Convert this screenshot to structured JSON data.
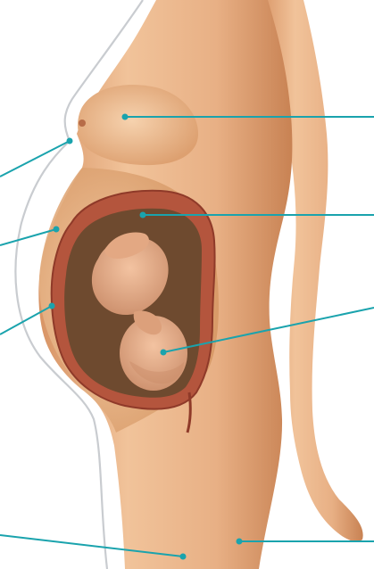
{
  "figure": {
    "subject": "pregnant-body-side-view-anatomy",
    "labels": [],
    "colors": {
      "background": "#ffffff",
      "leader_line": "#1aa3ad",
      "leader_dot": "#1aa3ad",
      "outline": "#c9ccd0",
      "skin_light": "#f3c9a0",
      "skin_mid": "#e0a476",
      "skin_dark": "#c27d50",
      "uterine_wall": "#b4553d",
      "uterine_wall_inner": "#8f3a29",
      "amniotic_space": "#6e4a2f",
      "fetus_skin": "#e9b18e",
      "fetus_shadow": "#c98b68"
    },
    "callouts": [
      {
        "name": "breast",
        "side": "right"
      },
      {
        "name": "uterus-wall-top",
        "side": "right"
      },
      {
        "name": "fetus-head",
        "side": "right"
      },
      {
        "name": "thigh",
        "side": "right"
      },
      {
        "name": "body-outline",
        "side": "left"
      },
      {
        "name": "uterus-wall-front",
        "side": "left"
      },
      {
        "name": "amniotic-sac",
        "side": "left"
      },
      {
        "name": "leg-front",
        "side": "left"
      }
    ]
  }
}
